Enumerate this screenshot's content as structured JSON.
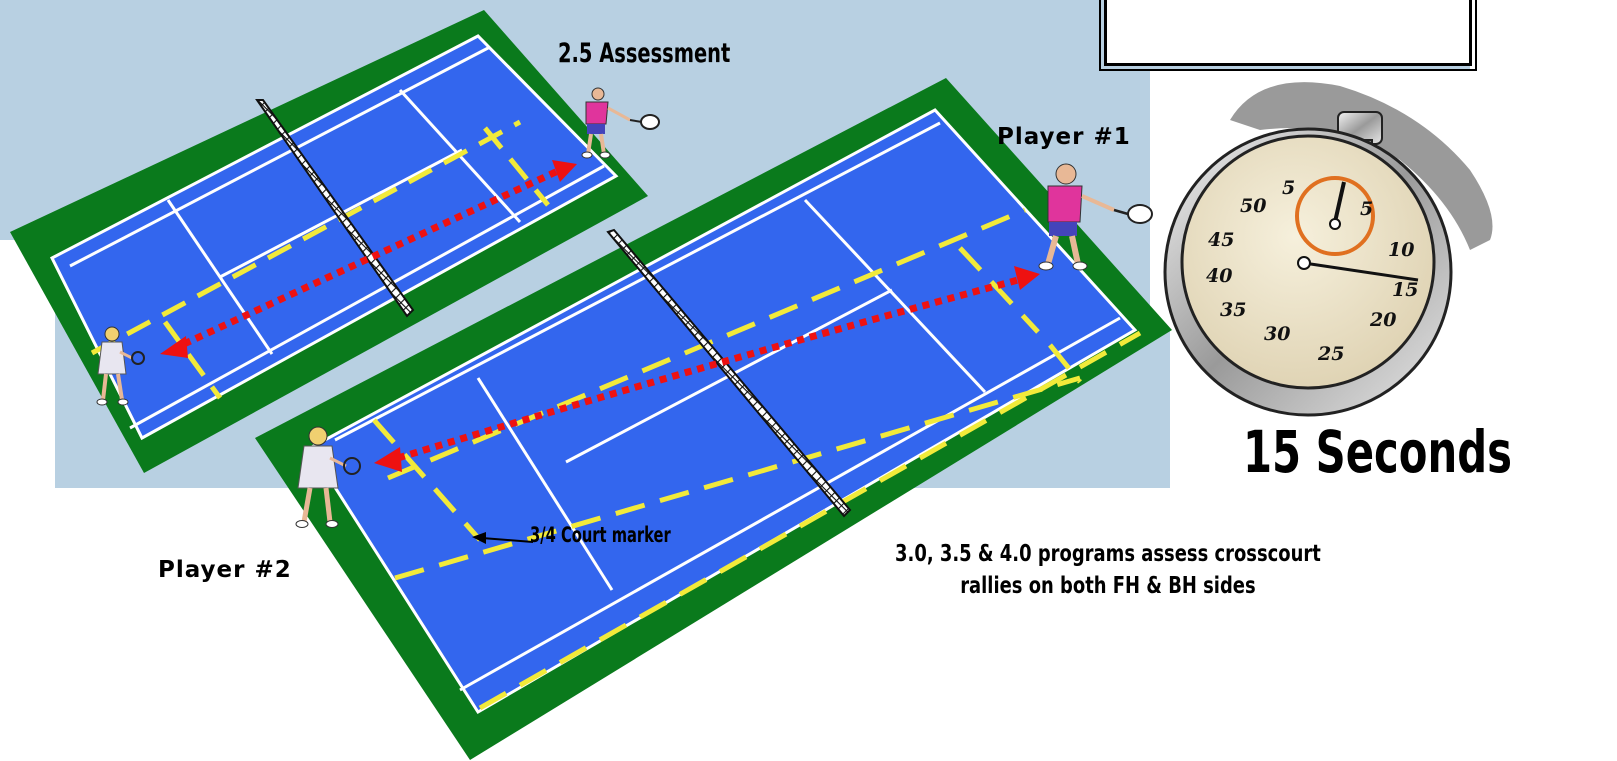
{
  "labels": {
    "assessment": "2.5 Assessment",
    "player1": "Player #1",
    "player2": "Player #2",
    "court_marker": "3/4 Court marker",
    "timer": "15 Seconds",
    "programs_line1": "3.0, 3.5 & 4.0 programs assess crosscourt",
    "programs_line2": "rallies on both FH & BH sides"
  },
  "stopwatch": {
    "dial_numbers": [
      "5",
      "10",
      "15",
      "20",
      "25",
      "30",
      "35",
      "40",
      "45",
      "50"
    ]
  },
  "colors": {
    "sky": "#b8d0e2",
    "court_green": "#0a7a1c",
    "court_blue": "#3366ee",
    "lines": "#ffffff",
    "dash_yellow": "#f2ea3a",
    "rally_red": "#ee1111",
    "player_shirt": "#e0349c"
  }
}
